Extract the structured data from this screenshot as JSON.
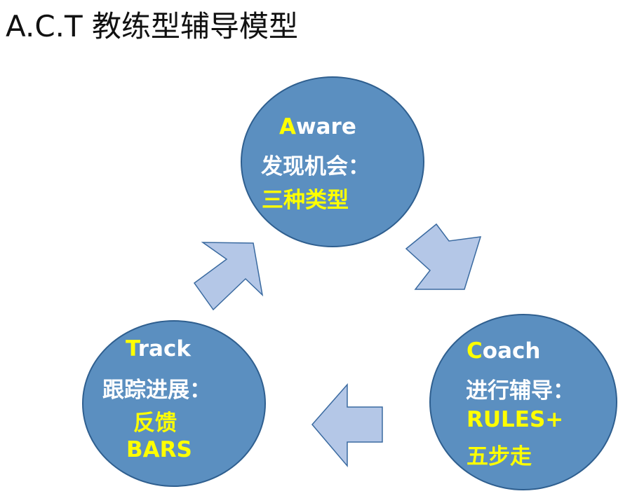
{
  "title": "A.C.T 教练型辅导模型",
  "colors": {
    "circle_fill": "#5b8fc0",
    "circle_stroke": "#2f5f8f",
    "arrow_fill": "#b4c7e7",
    "arrow_stroke": "#3a6aa0",
    "highlight": "#ffff00",
    "text": "#ffffff"
  },
  "aware": {
    "initial": "A",
    "rest": "ware",
    "line2": "发现机会：",
    "line3": "三种类型"
  },
  "coach": {
    "initial": "C",
    "rest": "oach",
    "line2": "进行辅导：",
    "line3": "RULES+",
    "line4": "五步走"
  },
  "track": {
    "initial": "T",
    "rest": "rack",
    "line2": "跟踪进展：",
    "line3": "反馈",
    "line4": "BARS"
  }
}
